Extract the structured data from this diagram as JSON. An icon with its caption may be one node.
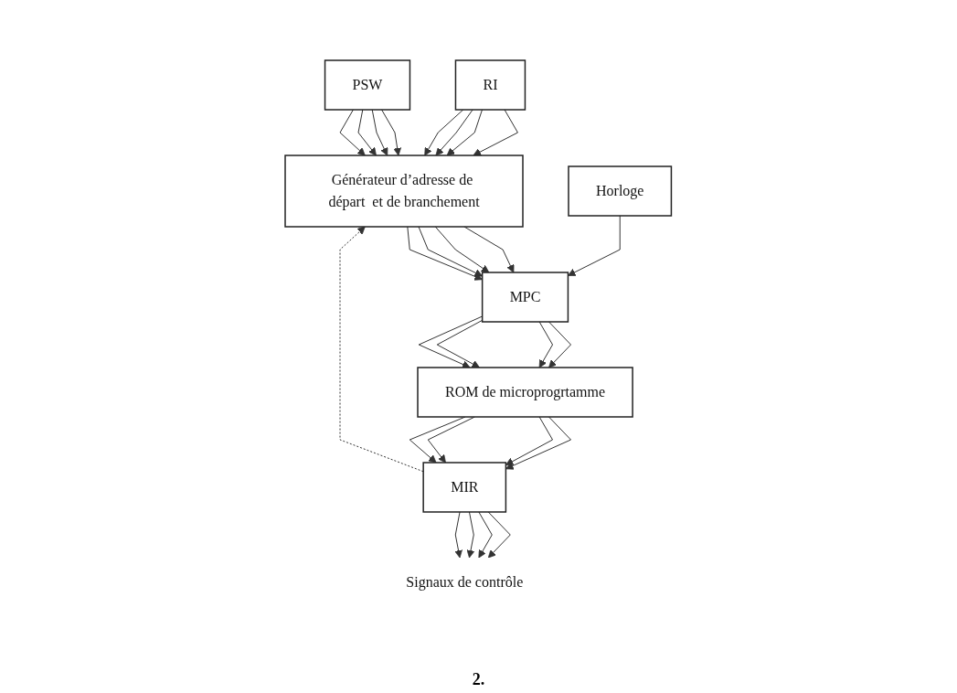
{
  "diagram": {
    "nodes": [
      {
        "text": [
          "RI"
        ]
      },
      {
        "text": [
          "Générateur d’adresse de départ  et de branchement"
        ]
      },
      {
        "text": [
          "PSW"
        ]
      },
      {
        "text": [
          "Horloge"
        ]
      },
      {
        "text": [
          "MPC"
        ]
      },
      {
        "text": [
          "ROM de microprogrtamme"
        ]
      },
      {
        "text": [
          "MIR"
        ]
      },
      {
        "text": [
          "Signaux de contrôle"
        ]
      }
    ],
    "edges": [
      {
        "from": 0,
        "to": 1,
        "arrow": "to"
      },
      {
        "from": 0,
        "to": 1,
        "arrow": "to"
      },
      {
        "from": 0,
        "to": 1,
        "arrow": "to"
      },
      {
        "from": 0,
        "to": 1,
        "arrow": "to"
      },
      {
        "from": 2,
        "to": 1,
        "arrow": "to"
      },
      {
        "from": 2,
        "to": 1,
        "arrow": "to"
      },
      {
        "from": 2,
        "to": 1,
        "arrow": "to"
      },
      {
        "from": 2,
        "to": 1,
        "arrow": "to"
      },
      {
        "from": 1,
        "to": 4,
        "arrow": "to"
      },
      {
        "from": 1,
        "to": 4,
        "arrow": "to"
      },
      {
        "from": 1,
        "to": 4,
        "arrow": "to"
      },
      {
        "from": 1,
        "to": 4,
        "arrow": "to"
      },
      {
        "from": 3,
        "to": 4,
        "arrow": "to"
      },
      {
        "from": 4,
        "to": 5,
        "arrow": "to"
      },
      {
        "from": 4,
        "to": 5,
        "arrow": "to"
      },
      {
        "from": 4,
        "to": 5,
        "arrow": "to"
      },
      {
        "from": 4,
        "to": 5,
        "arrow": "to"
      },
      {
        "from": 5,
        "to": 6,
        "arrow": "to"
      },
      {
        "from": 5,
        "to": 6,
        "arrow": "to"
      },
      {
        "from": 5,
        "to": 6,
        "arrow": "to"
      },
      {
        "from": 5,
        "to": 6,
        "arrow": "to"
      },
      {
        "from": 6,
        "to": 1,
        "arrow": "to",
        "style": "dashed"
      },
      {
        "from": 6,
        "to": 7,
        "arrow": "to"
      },
      {
        "from": 6,
        "to": 7,
        "arrow": "to"
      },
      {
        "from": 6,
        "to": 7,
        "arrow": "to"
      },
      {
        "from": 6,
        "to": 7,
        "arrow": "to"
      }
    ],
    "labels": [
      "2."
    ]
  }
}
